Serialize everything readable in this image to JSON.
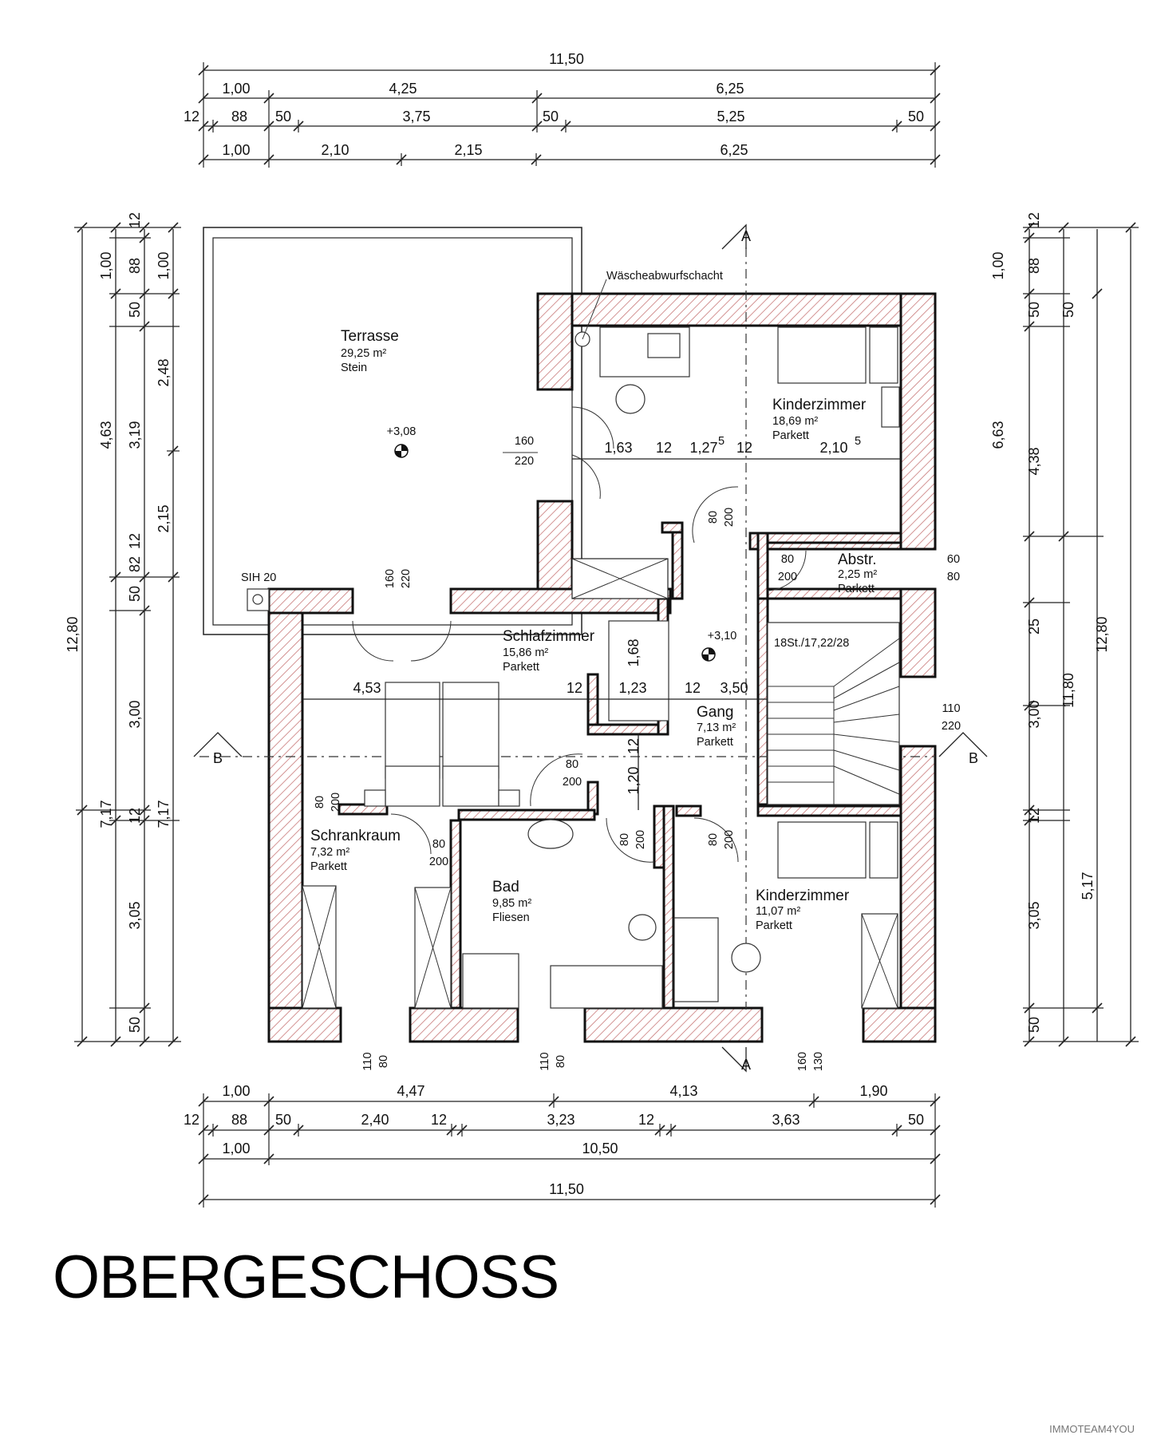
{
  "title": "OBERGESCHOSS",
  "watermark": "IMMOTEAM4YOU",
  "colors": {
    "wall_hatch": "#c87878",
    "line": "#222222"
  },
  "labels": {
    "chute": "Wäscheabwurfschacht",
    "sih": "SIH 20",
    "stairs": "18St./17,22/28",
    "level_terrace": "+3,08",
    "level_hall": "+3,10",
    "section_a": "A",
    "section_b": "B"
  },
  "rooms": {
    "terrasse": {
      "name": "Terrasse",
      "area": "29,25 m²",
      "floor": "Stein"
    },
    "kinderzimmer1": {
      "name": "Kinderzimmer",
      "area": "18,69 m²",
      "floor": "Parkett"
    },
    "abstr": {
      "name": "Abstr.",
      "area": "2,25 m²",
      "floor": "Parkett"
    },
    "schlafzimmer": {
      "name": "Schlafzimmer",
      "area": "15,86 m²",
      "floor": "Parkett"
    },
    "gang": {
      "name": "Gang",
      "area": "7,13 m²",
      "floor": "Parkett"
    },
    "schrankraum": {
      "name": "Schrankraum",
      "area": "7,32 m²",
      "floor": "Parkett"
    },
    "bad": {
      "name": "Bad",
      "area": "9,85 m²",
      "floor": "Fliesen"
    },
    "kinderzimmer2": {
      "name": "Kinderzimmer",
      "area": "11,07 m²",
      "floor": "Parkett"
    }
  },
  "dims_top": {
    "row1": [
      "11,50"
    ],
    "row2": [
      "1,00",
      "4,25",
      "6,25"
    ],
    "row3": [
      "12",
      "88",
      "50",
      "3,75",
      "50",
      "5,25",
      "50"
    ],
    "row4": [
      "1,00",
      "2,10",
      "2,15",
      "6,25"
    ]
  },
  "dims_bottom": {
    "row1": [
      "1,00",
      "4,47",
      "4,13",
      "1,90"
    ],
    "row2": [
      "12",
      "88",
      "50",
      "2,40",
      "12",
      "3,23",
      "12",
      "3,63",
      "50"
    ],
    "row3": [
      "1,00",
      "10,50"
    ],
    "row4": [
      "11,50"
    ]
  },
  "dims_left": {
    "col1": [
      "12,80"
    ],
    "col2": [
      "4,63",
      "7,17"
    ],
    "col3": [
      "1,00",
      "50",
      "3,19",
      "50",
      "3,00",
      "12",
      "3,05",
      "50"
    ],
    "col3_extra": [
      "88",
      "82",
      "12"
    ],
    "col4": [
      "12",
      "1,00",
      "2,48",
      "2,15",
      "7,17"
    ]
  },
  "dims_right": {
    "col1": [
      "12",
      "1,00",
      "4,38",
      "25",
      "3,00",
      "12",
      "3,05",
      "50"
    ],
    "col1_extra": [
      "88",
      "50"
    ],
    "col2": [
      "6,63",
      "5,17"
    ],
    "col3": [
      "11,80"
    ],
    "col4": [
      "12,80"
    ]
  },
  "inner_dims": {
    "d1": "1,63",
    "d2": "12",
    "d3": "1,27",
    "d3sup": "5",
    "d4": "12",
    "d5": "2,10",
    "d5sup": "5",
    "d6": "4,53",
    "d7": "12",
    "d8": "1,23",
    "d9": "12",
    "d10": "3,50",
    "d11": "1,68",
    "d12": "12",
    "d13": "1,20"
  },
  "openings": {
    "o1a": "160",
    "o1b": "220",
    "o2a": "80",
    "o2b": "200",
    "o3a": "80",
    "o3b": "200",
    "o4a": "60",
    "o4b": "80",
    "o5a": "160",
    "o5b": "220",
    "o6a": "110",
    "o6b": "220",
    "o7a": "80",
    "o7b": "200",
    "o8a": "80",
    "o8b": "200",
    "o9a": "80",
    "o9b": "200",
    "o10a": "80",
    "o10b": "200",
    "o11a": "80",
    "o11b": "200",
    "o12a": "110",
    "o12b": "80",
    "o13a": "110",
    "o13b": "80",
    "o14a": "160",
    "o14b": "130"
  }
}
